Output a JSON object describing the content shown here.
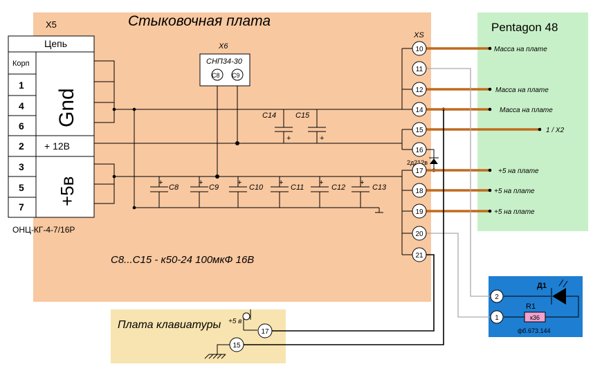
{
  "docking_board": {
    "title": "Стыковочная плата",
    "connector_left": {
      "ref": "X5",
      "header": "Цепь",
      "part": "ОНЦ-КГ-4-7/16Р",
      "rows": [
        {
          "pin": "Корп",
          "net": "Gnd"
        },
        {
          "pin": "1"
        },
        {
          "pin": "4"
        },
        {
          "pin": "6"
        },
        {
          "pin": "2",
          "net": "+ 12В"
        },
        {
          "pin": "3",
          "net": "+5в"
        },
        {
          "pin": "5"
        },
        {
          "pin": "7"
        }
      ]
    },
    "connector_x6": {
      "ref": "Х6",
      "part": "СНП34-30",
      "pins": [
        "С8",
        "С9"
      ]
    },
    "connector_xs": {
      "ref": "XS",
      "pins": [
        "10",
        "11",
        "12",
        "14",
        "15",
        "16",
        "17",
        "18",
        "19",
        "20",
        "21"
      ]
    },
    "diode": "2д212в",
    "capacitors": [
      "C14",
      "C15",
      "C8",
      "C9",
      "C10",
      "C11",
      "C12",
      "C13"
    ],
    "capacitor_plus": "+",
    "note": "С8...С15 - к50-24 100мкФ 16В"
  },
  "pentagon": {
    "title": "Pentagon 48",
    "labels": [
      "Масса на плате",
      "Масса на плате",
      "Масса на плате",
      "1 / X2",
      "+5 на плате",
      "+5 на плате",
      "+5 на плате"
    ]
  },
  "keyboard": {
    "title": "Плата клавиатуры",
    "supply": "+5 в",
    "pins": [
      "17",
      "15"
    ]
  },
  "led_board": {
    "diode": "Д1",
    "resistor": "R1",
    "resistor_value": "к36",
    "part": "фб.673.144",
    "pins": [
      "2",
      "1"
    ]
  },
  "colors": {
    "docking_bg": "#f8c8a0",
    "pentagon_bg": "#c8f0c8",
    "keyboard_bg": "#f8e4b0",
    "led_bg": "#1e7ed2",
    "orange_wire": "#c06a1e",
    "resistor_fill": "#f2a2cf"
  }
}
